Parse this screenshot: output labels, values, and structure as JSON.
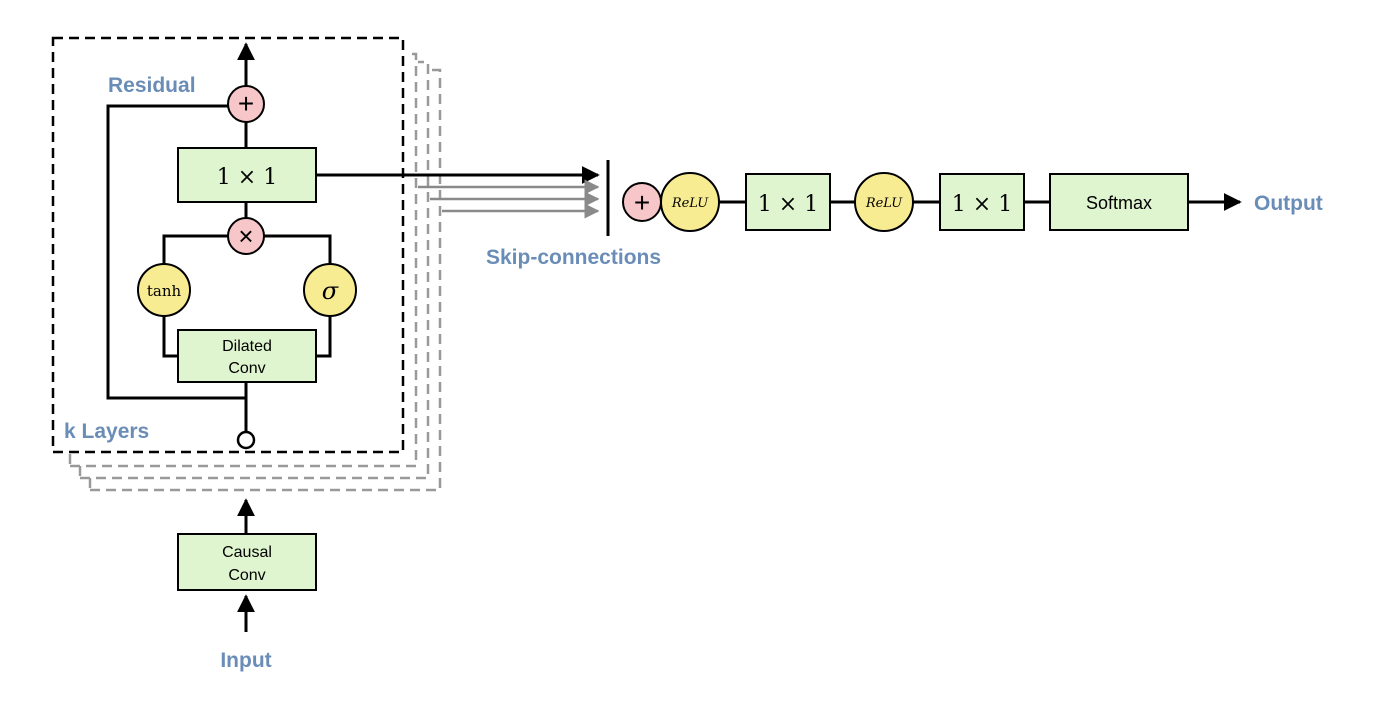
{
  "labels": {
    "residual": "Residual",
    "k_layers": "k Layers",
    "skip_connections": "Skip-connections",
    "output": "Output",
    "input": "Input"
  },
  "ops": {
    "plus": "+",
    "times": "×",
    "tanh": "tanh",
    "sigma": "σ",
    "relu": "ReLU"
  },
  "blocks": {
    "conv1x1": "1 × 1",
    "dilated_conv_line1": "Dilated",
    "dilated_conv_line2": "Conv",
    "causal_conv_line1": "Causal",
    "causal_conv_line2": "Conv",
    "softmax": "Softmax"
  },
  "colors": {
    "label_blue": "#6a8db8",
    "block_green": "#dff5cf",
    "op_pink": "#f7c6c9",
    "activation_yellow": "#f8ec93"
  }
}
